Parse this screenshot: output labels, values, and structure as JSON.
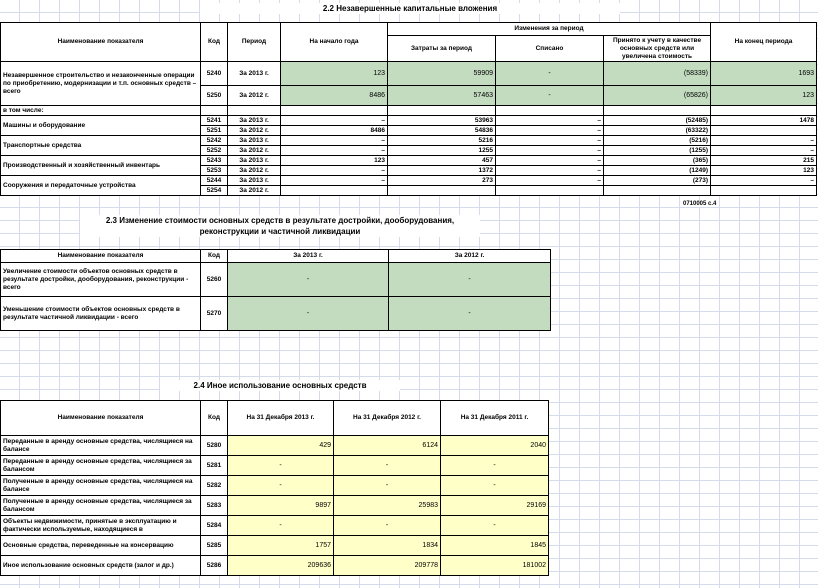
{
  "s22": {
    "title": "2.2 Незавершенные капитальные вложения",
    "headers": {
      "name": "Наименование показателя",
      "code": "Код",
      "period": "Период",
      "start": "На начало года",
      "change": "Изменения за период",
      "spent": "Затраты за период",
      "written_off": "Списано",
      "accepted": "Принято к учету в качестве основных средств или увеличена стоимость",
      "end": "На конец периода"
    },
    "total_label": "Незавершенное строительство и незаконченные операции по приобретению, модернизации и т.п. основных средств – всего",
    "total_rows": [
      {
        "code": "5240",
        "period": "За 2013 г.",
        "start": "123",
        "spent": "59909",
        "off": "-",
        "acc": "(58339)",
        "end": "1693"
      },
      {
        "code": "5250",
        "period": "За 2012 г.",
        "start": "8486",
        "spent": "57463",
        "off": "-",
        "acc": "(65826)",
        "end": "123"
      }
    ],
    "including": "в том числе:",
    "groups": [
      {
        "label": "Машины и оборудование",
        "rows": [
          {
            "code": "5241",
            "period": "За 2013 г.",
            "start": "–",
            "spent": "53963",
            "off": "–",
            "acc": "(52485)",
            "end": "1478"
          },
          {
            "code": "5251",
            "period": "За 2012 г.",
            "start": "8486",
            "spent": "54836",
            "off": "–",
            "acc": "(63322)",
            "end": ""
          }
        ]
      },
      {
        "label": "Транспортные средства",
        "rows": [
          {
            "code": "5242",
            "period": "За 2013 г.",
            "start": "–",
            "spent": "5216",
            "off": "–",
            "acc": "(5216)",
            "end": "–"
          },
          {
            "code": "5252",
            "period": "За 2012 г.",
            "start": "–",
            "spent": "1255",
            "off": "–",
            "acc": "(1255)",
            "end": "–"
          }
        ]
      },
      {
        "label": "Производственный и хозяйственный инвентарь",
        "rows": [
          {
            "code": "5243",
            "period": "За 2013 г.",
            "start": "123",
            "spent": "457",
            "off": "–",
            "acc": "(365)",
            "end": "215"
          },
          {
            "code": "5253",
            "period": "За 2012 г.",
            "start": "–",
            "spent": "1372",
            "off": "–",
            "acc": "(1249)",
            "end": "123"
          }
        ]
      },
      {
        "label": "Сооружения и передаточные устройства",
        "rows": [
          {
            "code": "5244",
            "period": "За 2013 г.",
            "start": "–",
            "spent": "273",
            "off": "–",
            "acc": "(273)",
            "end": "–"
          },
          {
            "code": "5254",
            "period": "За 2012 г.",
            "start": "",
            "spent": "",
            "off": "",
            "acc": "",
            "end": ""
          }
        ]
      }
    ],
    "form_note": "0710005 с.4"
  },
  "s23": {
    "title": "2.3 Изменение стоимости основных средств в результате достройки, дооборудования, реконструкции и частичной ликвидации",
    "headers": {
      "name": "Наименование показателя",
      "code": "Код",
      "y2013": "За 2013 г.",
      "y2012": "За 2012 г."
    },
    "rows": [
      {
        "label": "Увеличение стоимости объектов основных средств в результате достройки, дооборудования, реконструкции - всего",
        "code": "5260",
        "v1": "-",
        "v2": "-"
      },
      {
        "label": "Уменьшение стоимости объектов основных средств в результате частичной ликвидации - всего",
        "code": "5270",
        "v1": "-",
        "v2": "-"
      }
    ]
  },
  "s24": {
    "title": "2.4 Иное использование основных средств",
    "headers": {
      "name": "Наименование показателя",
      "code": "Код",
      "d1": "На 31 Декабря 2013 г.",
      "d2": "На 31 Декабря 2012 г.",
      "d3": "На 31 Декабря 2011 г."
    },
    "rows": [
      {
        "label": "Переданные в аренду основные средства, числящиеся на балансе",
        "code": "5280",
        "v": [
          "429",
          "6124",
          "2040"
        ]
      },
      {
        "label": "Переданные в аренду основные средства, числящиеся за балансом",
        "code": "5281",
        "v": [
          "-",
          "-",
          "-"
        ]
      },
      {
        "label": "Полученные в аренду основные средства, числящиеся на балансе",
        "code": "5282",
        "v": [
          "-",
          "-",
          "-"
        ]
      },
      {
        "label": "Полученные в аренду основные средства, числящиеся за балансом",
        "code": "5283",
        "v": [
          "9897",
          "25983",
          "29169"
        ]
      },
      {
        "label": "Объекты недвижимости, принятые в эксплуатацию и фактически используемые, находящиеся в",
        "code": "5284",
        "v": [
          "-",
          "-",
          "-"
        ]
      },
      {
        "label": "Основные средства, переведенные на консервацию",
        "code": "5285",
        "v": [
          "1757",
          "1834",
          "1845"
        ]
      },
      {
        "label": "Иное использование основных средств (залог и др.)",
        "code": "5286",
        "v": [
          "209636",
          "209778",
          "181002"
        ]
      }
    ]
  }
}
